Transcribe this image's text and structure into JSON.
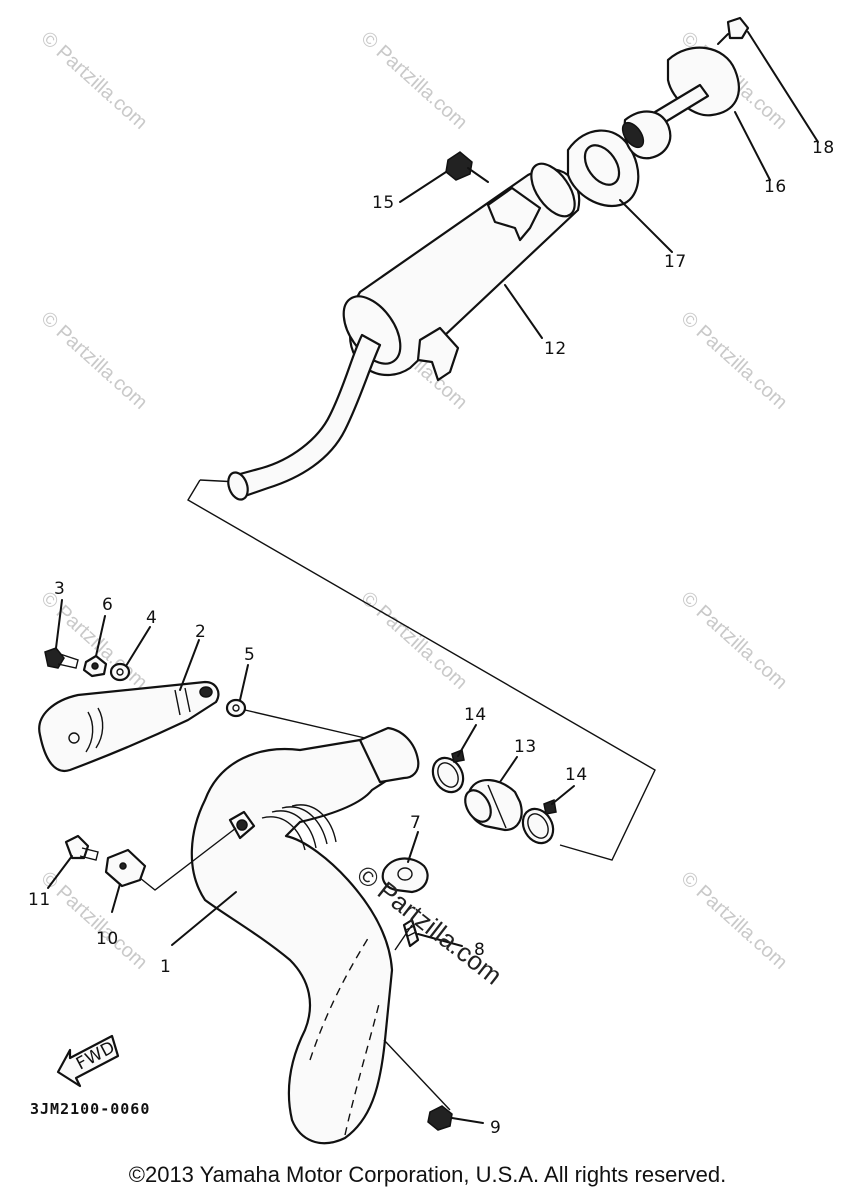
{
  "callouts": {
    "c1": "1",
    "c2": "2",
    "c3": "3",
    "c4": "4",
    "c5": "5",
    "c6": "6",
    "c7": "7",
    "c8": "8",
    "c9": "9",
    "c10": "10",
    "c11": "11",
    "c12": "12",
    "c13": "13",
    "c14a": "14",
    "c14b": "14",
    "c15": "15",
    "c16": "16",
    "c17": "17",
    "c18": "18"
  },
  "fwd_label": "FWD",
  "part_code": "3JM2100-0060",
  "watermark": "© Partzilla.com",
  "center_watermark": "© Partzilla.com",
  "copyright": "©2013 Yamaha Motor Corporation, U.S.A. All rights reserved."
}
